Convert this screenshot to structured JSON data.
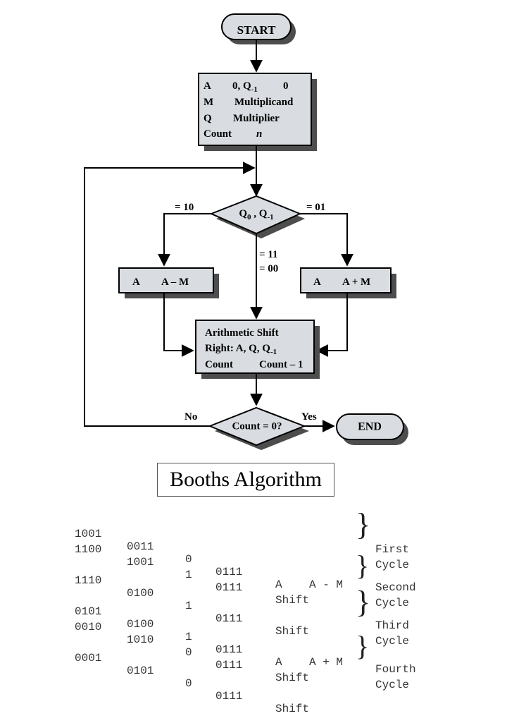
{
  "flowchart": {
    "start": "START",
    "init": {
      "line1": {
        "a": "A",
        "b": "0, Q",
        "sub": "-1",
        "c": "0"
      },
      "line2": {
        "a": "M",
        "b": "Multiplicand"
      },
      "line3": {
        "a": "Q",
        "b": "Multiplier"
      },
      "line4": {
        "a": "Count",
        "b": "n"
      }
    },
    "decision": {
      "q0": "Q",
      "q0_sub": "0",
      "sep": " , Q",
      "q1_sub": "-1"
    },
    "label_left": "= 10",
    "label_right": "= 01",
    "label_mid_1": "= 11",
    "label_mid_2": "= 00",
    "sub_box": {
      "a": "A",
      "b": "A – M"
    },
    "add_box": {
      "a": "A",
      "b": "A + M"
    },
    "shift_box": {
      "line1": "Arithmetic Shift",
      "line2": "Right: A, Q, Q",
      "line2_sub": "-1",
      "line3a": "Count",
      "line3b": "Count – 1"
    },
    "count_decision": "Count = 0?",
    "label_no": "No",
    "label_yes": "Yes",
    "end": "END"
  },
  "caption": "Booths Algorithm",
  "trace": {
    "rows": [
      {
        "a": "1001",
        "q": "0011",
        "q_1": "0",
        "m": "0111",
        "op": "A    A - M"
      },
      {
        "a": "1100",
        "q": "1001",
        "q_1": "1",
        "m": "0111",
        "op": "Shift"
      },
      {
        "a": "1110",
        "q": "0100",
        "q_1": "1",
        "m": "0111",
        "op": "Shift"
      },
      {
        "a": "0101",
        "q": "0100",
        "q_1": "1",
        "m": "0111",
        "op": "A    A + M"
      },
      {
        "a": "0010",
        "q": "1010",
        "q_1": "0",
        "m": "0111",
        "op": "Shift"
      },
      {
        "a": "0001",
        "q": "0101",
        "q_1": "0",
        "m": "0111",
        "op": "Shift"
      }
    ],
    "cycles": [
      {
        "line1": "First",
        "line2": "Cycle"
      },
      {
        "line1": "Second",
        "line2": "Cycle"
      },
      {
        "line1": "Third",
        "line2": "Cycle"
      },
      {
        "line1": "Fourth",
        "line2": "Cycle"
      }
    ]
  },
  "colors": {
    "box_fill": "#d9dde1",
    "shadow": "#4d4d4d",
    "line": "#000000"
  }
}
